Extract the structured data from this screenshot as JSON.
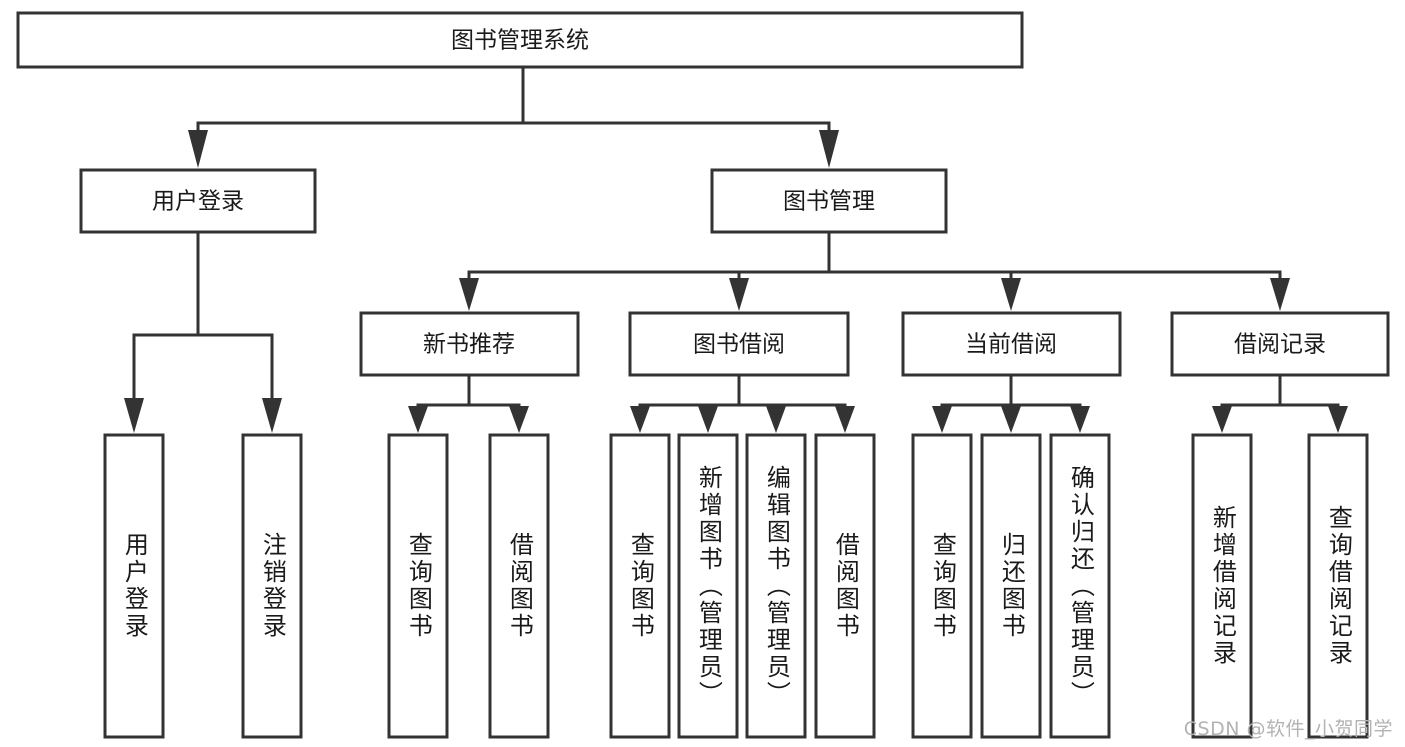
{
  "diagram": {
    "type": "tree-hierarchy-flowchart",
    "orientation": "top-down",
    "colors": {
      "background": "#ffffff",
      "box_fill": "#ffffff",
      "box_stroke": "#333333",
      "text": "#1a1a1a",
      "watermark": "#b3b3b3"
    },
    "root": {
      "label": "图书管理系统"
    },
    "level2": [
      {
        "label": "用户登录"
      },
      {
        "label": "图书管理"
      }
    ],
    "level3": [
      {
        "label": "新书推荐"
      },
      {
        "label": "图书借阅"
      },
      {
        "label": "当前借阅"
      },
      {
        "label": "借阅记录"
      }
    ],
    "leaves": {
      "user_login": [
        {
          "label": "用户登录"
        },
        {
          "label": "注销登录"
        }
      ],
      "new_book_recommend": [
        {
          "label": "查询图书"
        },
        {
          "label": "借阅图书"
        }
      ],
      "book_borrow": [
        {
          "label": "查询图书"
        },
        {
          "label": "新增图书（管理员）"
        },
        {
          "label": "编辑图书（管理员）"
        },
        {
          "label": "借阅图书"
        }
      ],
      "current_borrow": [
        {
          "label": "查询图书"
        },
        {
          "label": "归还图书"
        },
        {
          "label": "确认归还（管理员）"
        }
      ],
      "borrow_record": [
        {
          "label": "新增借阅记录"
        },
        {
          "label": "查询借阅记录"
        }
      ]
    }
  },
  "watermark": {
    "text": "CSDN @软件_小贺同学"
  }
}
